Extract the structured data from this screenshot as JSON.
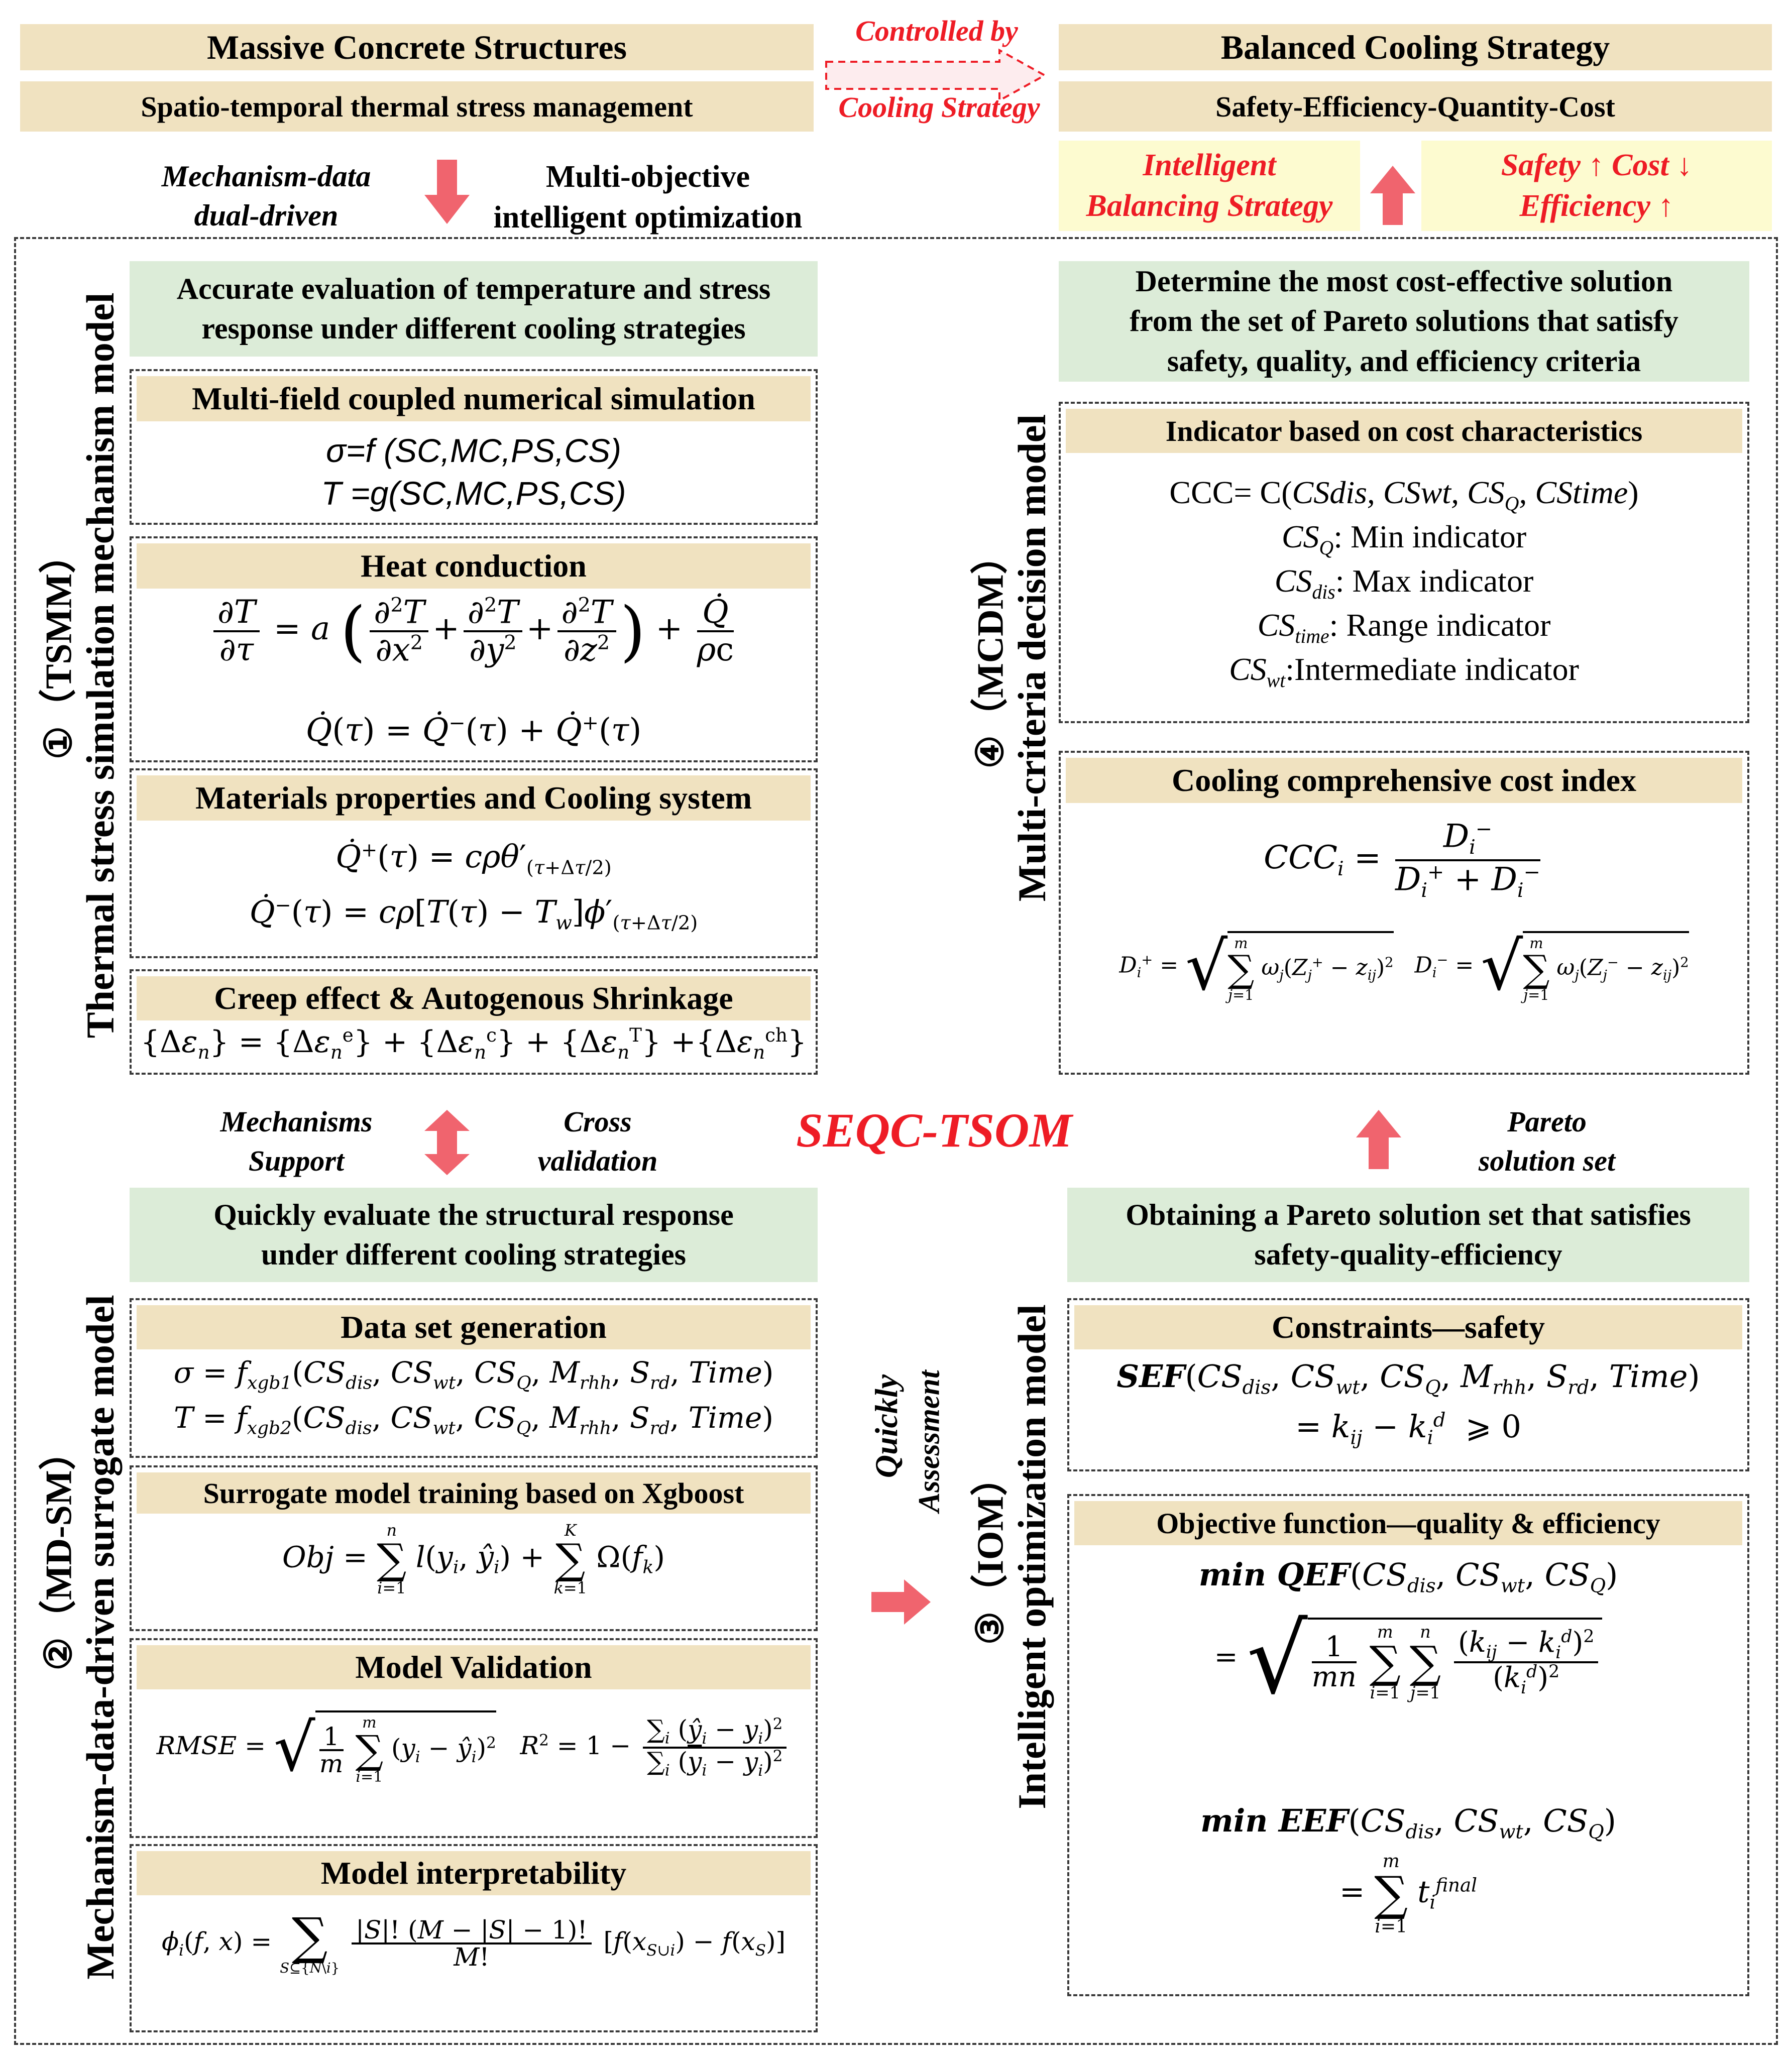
{
  "top": {
    "left_title": "Massive Concrete Structures",
    "left_subtitle": "Spatio-temporal thermal stress management",
    "arrow_top": "Controlled by",
    "arrow_bottom": "Cooling Strategy",
    "right_title": "Balanced Cooling Strategy",
    "right_subtitle": "Safety-Efficiency-Quantity-Cost",
    "mech_line1": "Mechanism-data",
    "mech_line2": "dual-driven",
    "multi_line1": "Multi-objective",
    "multi_line2": "intelligent optimization",
    "intel_line1": "Intelligent",
    "intel_line2": "Balancing Strategy",
    "safety_line1": "Safety ↑ Cost ↓",
    "safety_line2": "Efficiency ↑"
  },
  "center_title": "SEQC-TSOM",
  "tsmm": {
    "vlabel_num": "①（TSMM）",
    "vlabel": "Thermal stress simulation mechanism model",
    "green_line1": "Accurate evaluation of temperature and stress",
    "green_line2": "response under different cooling strategies",
    "box1_title": "Multi-field coupled numerical simulation",
    "box1_eq1": "σ=f (SC,MC,PS,CS)",
    "box1_eq2": "T =g(SC,MC,PS,CS)",
    "box2_title": "Heat conduction",
    "box3_title": "Materials properties  and Cooling system",
    "box4_title": "Creep effect & Autogenous Shrinkage"
  },
  "mdsm": {
    "vlabel_num": "②（MD-SM）",
    "vlabel": "Mechanism-data-driven surrogate model",
    "green_line1": "Quickly  evaluate the structural response",
    "green_line2": "under different cooling strategies",
    "box1_title": "Data set generation",
    "box2_title": "Surrogate model training based on Xgboost",
    "box3_title": "Model Validation",
    "box4_title": "Model interpretability"
  },
  "links": {
    "mechanisms_line1": "Mechanisms",
    "mechanisms_line2": "Support",
    "cross_line1": "Cross",
    "cross_line2": "validation",
    "quickly": "Quickly",
    "assessment": "Assessment",
    "pareto_line1": "Pareto",
    "pareto_line2": "solution set"
  },
  "mcdm": {
    "vlabel_num": "④（MCDM）",
    "vlabel": "Multi-criteria decision model",
    "green_line1": "Determine the most cost-effective solution",
    "green_line2": "from the set of Pareto solutions that satisfy",
    "green_line3": "safety, quality, and efficiency criteria",
    "box1_title": "Indicator based on cost characteristics",
    "ccc_eq": "CCC= C(CSdis, CSwt, CSQ, CStime)",
    "ind1_sym": "CS",
    "ind1_sub": "Q",
    "ind1_text": ": Min indicator",
    "ind2_sym": "CS",
    "ind2_sub": "dis",
    "ind2_text": ": Max indicator",
    "ind3_sym": "CS",
    "ind3_sub": "time",
    "ind3_text": ": Range indicator",
    "ind4_sym": "CS",
    "ind4_sub": "wt",
    "ind4_text": ":Intermediate indicator",
    "box2_title": "Cooling comprehensive cost index"
  },
  "iom": {
    "vlabel_num": "③（IOM）",
    "vlabel": "Intelligent optimization model",
    "green_line1": "Obtaining a Pareto solution set that satisfies",
    "green_line2": "safety-quality-efficiency",
    "box1_title": "Constraints—safety",
    "box2_title": "Objective function—quality  & efficiency",
    "min_qef": "min QEF",
    "min_eef": "min EEF"
  },
  "colors": {
    "banner": "#f0e2c0",
    "green": "#dcecd8",
    "yellow": "#fdfbd0",
    "red_text": "#ee1c25",
    "arrow": "#f0646e"
  }
}
